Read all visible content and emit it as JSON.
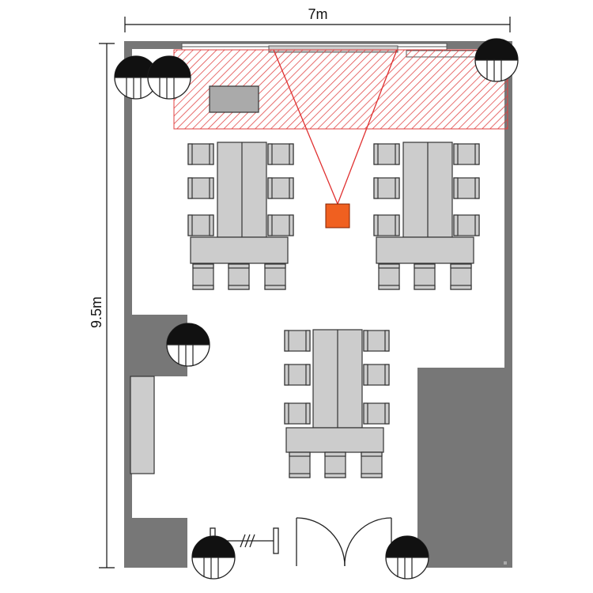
{
  "dimensions": {
    "width_label": "7m",
    "height_label": "9.5m"
  },
  "colors": {
    "wall": "#777777",
    "furniture": "#cccccc",
    "outline": "#333333",
    "projection_line": "#e03030",
    "projector": "#f06020",
    "hatch": "#e04040"
  },
  "elements": {
    "table_groups": 3,
    "chairs_per_group": 9,
    "projector": "projector",
    "projection_zone": "hatched-presentation-area",
    "speakers": 6,
    "doors": "double-door"
  }
}
